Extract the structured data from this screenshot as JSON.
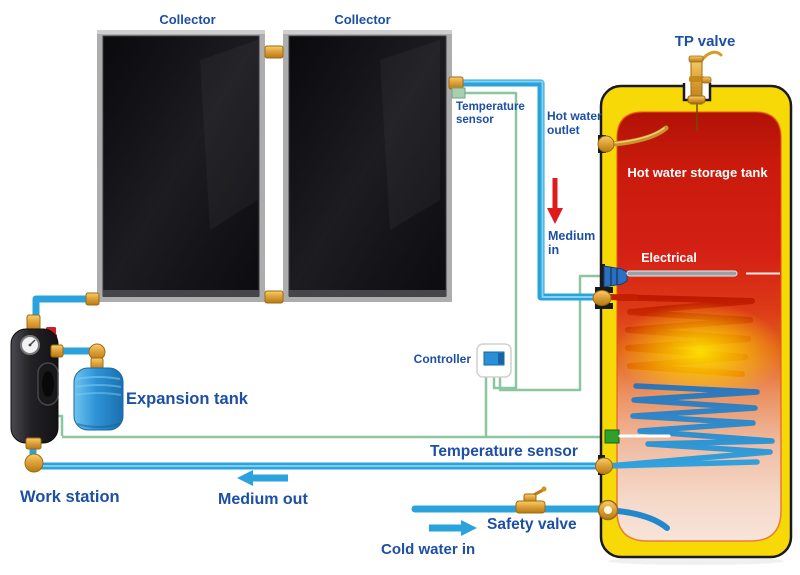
{
  "diagram": {
    "type": "solar-water-heating-system-schematic",
    "labels": {
      "collectors": [
        "Collector",
        "Collector"
      ],
      "tp_valve": "TP valve",
      "temperature_sensor_top": {
        "line1": "Temperature",
        "line2": "sensor"
      },
      "hot_water_outlet": {
        "line1": "Hot water",
        "line2": "outlet"
      },
      "medium_in": {
        "line1": "Medium",
        "line2": "in"
      },
      "hot_water_storage_tank": "Hot water storage tank",
      "electrical": "Electrical",
      "controller": "Controller",
      "temperature_sensor_bottom": "Temperature sensor",
      "expansion_tank": "Expansion tank",
      "work_station": "Work station",
      "medium_out": "Medium out",
      "safety_valve": "Safety valve",
      "cold_water_in": "Cold water in"
    },
    "colors": {
      "label_blue": "#1d4fa5",
      "label_white": "#ffffff",
      "pipe_blue": "#2aa3dd",
      "wire_green": "#8cc6a0",
      "brass": "#e0a23a",
      "tank_shell_yellow": "#f8d908",
      "tank_hot_red": "#d42015",
      "arrow_red": "#e01b1b",
      "expansion_tank_blue": "#2d93d6",
      "collector_black": "#101013"
    }
  }
}
